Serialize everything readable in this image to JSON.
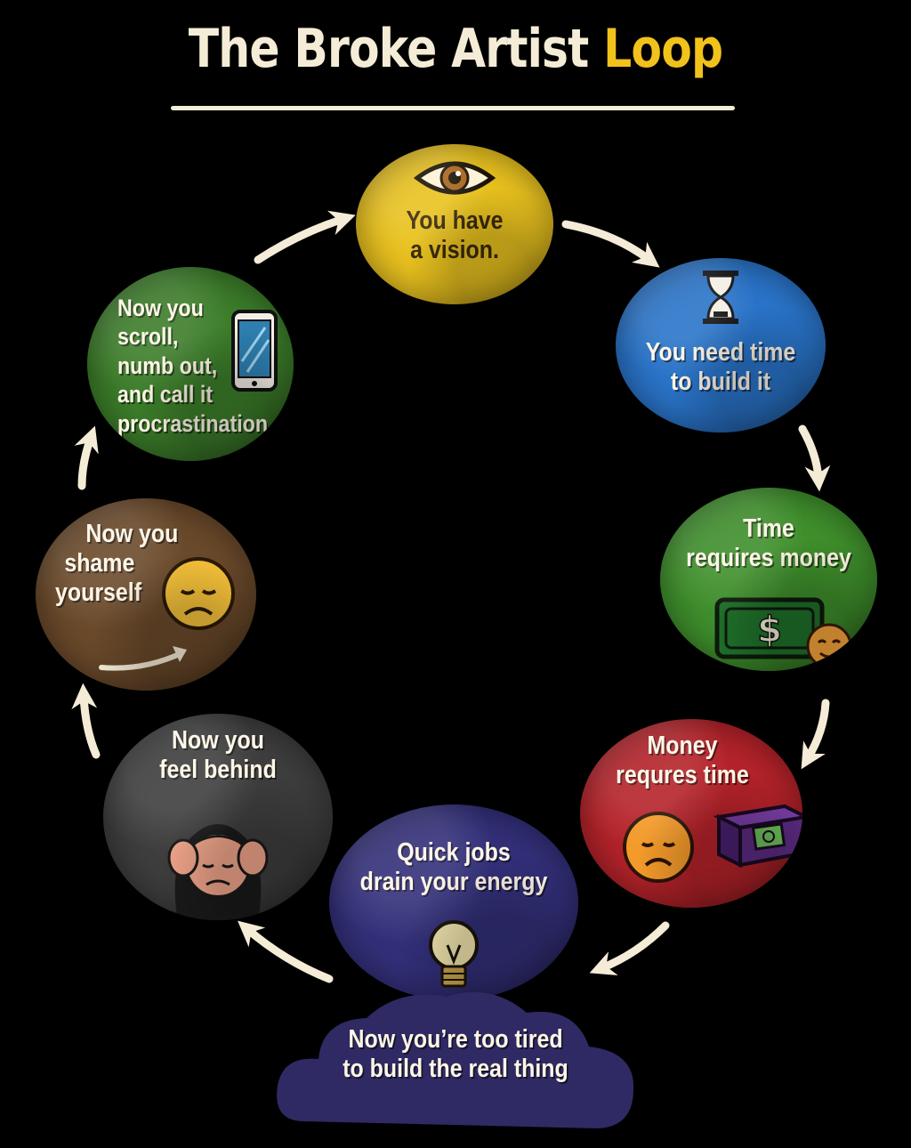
{
  "title": {
    "main": "The Broke Artist Loop",
    "main_prefix": "The Broke Artist ",
    "accent_word": "Loop"
  },
  "colors": {
    "background": "#000000",
    "title_text": "#f4ecd6",
    "title_accent": "#f2c21c",
    "arrow": "#f4ecd6",
    "node_text": "#fff6e6"
  },
  "steps": [
    {
      "id": "vision",
      "lines": [
        "You have",
        "a vision."
      ],
      "color": "#e9c21f",
      "text_color": "#3a2a08",
      "icon": "eye-icon"
    },
    {
      "id": "time",
      "lines": [
        "You need time",
        "to build it"
      ],
      "color": "#2a74c9",
      "icon": "hourglass-icon"
    },
    {
      "id": "money",
      "lines": [
        "Time",
        "requires money"
      ],
      "color": "#3f8f2c",
      "icon": "dollar-bill-icon"
    },
    {
      "id": "money-time",
      "lines": [
        "Money",
        "requres time"
      ],
      "color": "#b5232a",
      "icon": "sad-face-with-lockbox-icon"
    },
    {
      "id": "quick-jobs",
      "lines": [
        "Quick jobs",
        "drain your energy"
      ],
      "color": "#33307a",
      "icon": "lightbulb-icon"
    },
    {
      "id": "tired",
      "lines": [
        "Now you’re too tired",
        "to build the real thing"
      ],
      "color": "#2f2a63",
      "icon": "cloud-shape"
    },
    {
      "id": "behind",
      "lines": [
        "Now you",
        "feel behind"
      ],
      "color": "#3e3e3e",
      "icon": "stressed-person-icon"
    },
    {
      "id": "shame",
      "lines": [
        "Now you",
        "shame",
        "yourself"
      ],
      "color": "#6b4a2b",
      "icon": "sad-face-icon"
    },
    {
      "id": "scroll",
      "lines": [
        "Now you",
        "scroll,",
        "numb out,",
        "and call it",
        "procrastination"
      ],
      "color": "#3c7d2a",
      "icon": "smartphone-icon"
    }
  ]
}
